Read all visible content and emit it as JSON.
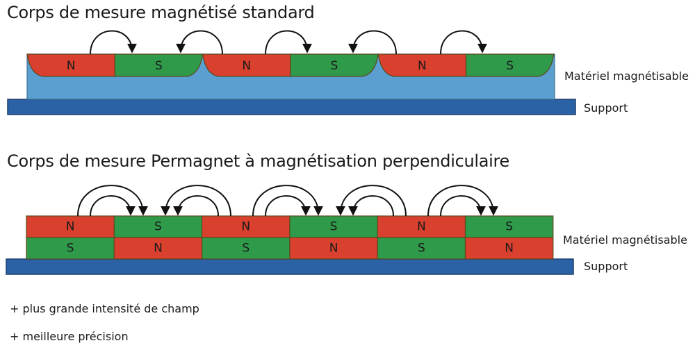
{
  "diagram_standard": {
    "title": "Corps de mesure magnétisé standard",
    "poles": [
      "N",
      "S",
      "N",
      "S",
      "N",
      "S"
    ],
    "material_label": "Matériel magnétisable",
    "support_label": "Support"
  },
  "diagram_perpendicular": {
    "title": "Corps de mesure Permagnet à magnétisation perpendiculaire",
    "top_poles": [
      "N",
      "S",
      "N",
      "S",
      "N",
      "S"
    ],
    "bottom_poles": [
      "S",
      "N",
      "S",
      "N",
      "S",
      "N"
    ],
    "material_label": "Matériel magnétisable",
    "support_label": "Support"
  },
  "advantages": [
    "+ plus grande intensité de champ",
    "+ meilleure précision"
  ],
  "colors": {
    "north": "#d9402e",
    "south": "#2f9a4a",
    "material": "#5b9fd0",
    "support": "#2b62a6",
    "outline": "#5a4a1e",
    "arrow": "#111111"
  }
}
